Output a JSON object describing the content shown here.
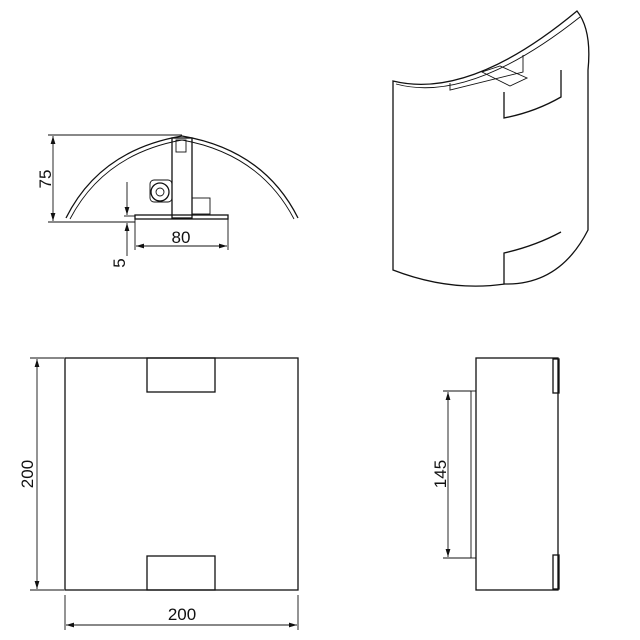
{
  "dimensions": {
    "depth": "75",
    "base_width": "80",
    "offset": "5",
    "height": "200",
    "width": "200",
    "plate_height": "145"
  },
  "colors": {
    "line": "#111111",
    "background": "#ffffff"
  }
}
